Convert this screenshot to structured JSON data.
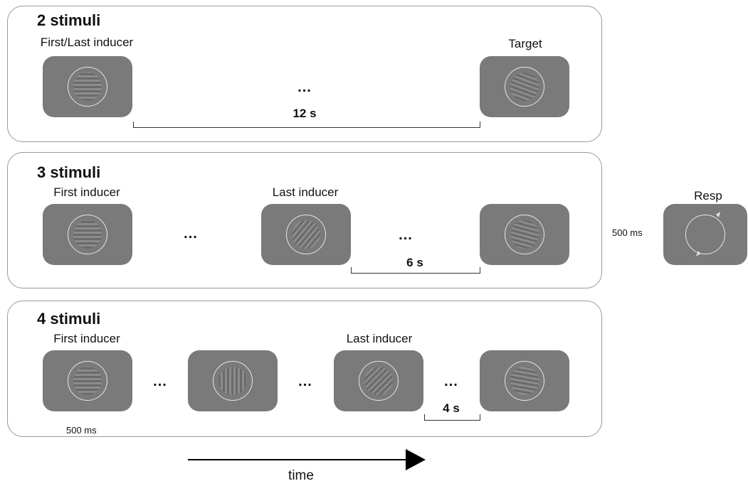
{
  "panel_2": {
    "title": "2 stimuli",
    "label_first": "First/Last inducer",
    "label_target": "Target",
    "dots": "...",
    "interval": "12 s"
  },
  "panel_3": {
    "title": "3 stimuli",
    "label_first": "First inducer",
    "label_last": "Last inducer",
    "dots_1": "...",
    "dots_2": "...",
    "interval": "6 s"
  },
  "panel_4": {
    "title": "4 stimuli",
    "label_first": "First inducer",
    "label_last": "Last inducer",
    "dots_1": "...",
    "dots_2": "...",
    "dots_3": "...",
    "interval": "4 s",
    "duration": "500 ms"
  },
  "response": {
    "label": "Resp",
    "duration": "500 ms"
  },
  "time_axis": {
    "label": "time"
  }
}
